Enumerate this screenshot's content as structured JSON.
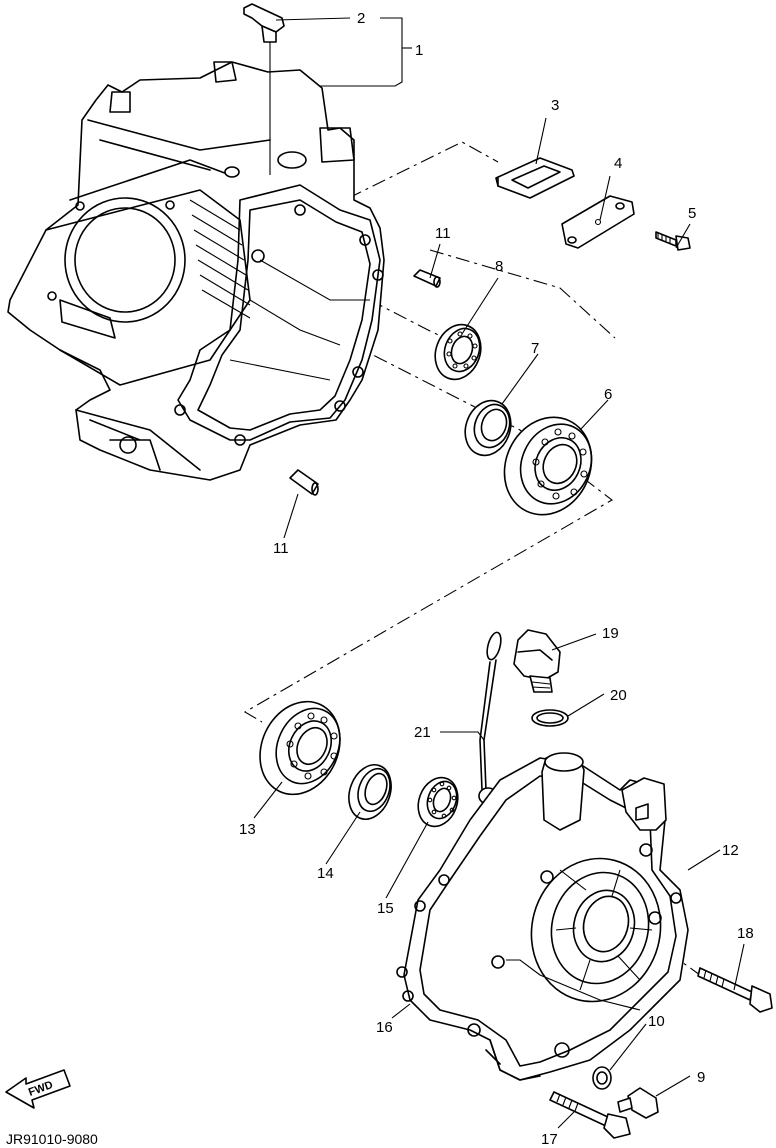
{
  "diagram": {
    "parts": [
      {
        "id": "1",
        "label": "1"
      },
      {
        "id": "2",
        "label": "2"
      },
      {
        "id": "3",
        "label": "3"
      },
      {
        "id": "4",
        "label": "4"
      },
      {
        "id": "5",
        "label": "5"
      },
      {
        "id": "6",
        "label": "6"
      },
      {
        "id": "7",
        "label": "7"
      },
      {
        "id": "8",
        "label": "8"
      },
      {
        "id": "9",
        "label": "9"
      },
      {
        "id": "10",
        "label": "10"
      },
      {
        "id": "11a",
        "label": "11"
      },
      {
        "id": "11b",
        "label": "11"
      },
      {
        "id": "12",
        "label": "12"
      },
      {
        "id": "13",
        "label": "13"
      },
      {
        "id": "14",
        "label": "14"
      },
      {
        "id": "15",
        "label": "15"
      },
      {
        "id": "16",
        "label": "16"
      },
      {
        "id": "17",
        "label": "17"
      },
      {
        "id": "18",
        "label": "18"
      },
      {
        "id": "19",
        "label": "19"
      },
      {
        "id": "20",
        "label": "20"
      },
      {
        "id": "21",
        "label": "21"
      }
    ],
    "fwd_label": "FWD",
    "drawing_code": "JR91010-9080"
  }
}
